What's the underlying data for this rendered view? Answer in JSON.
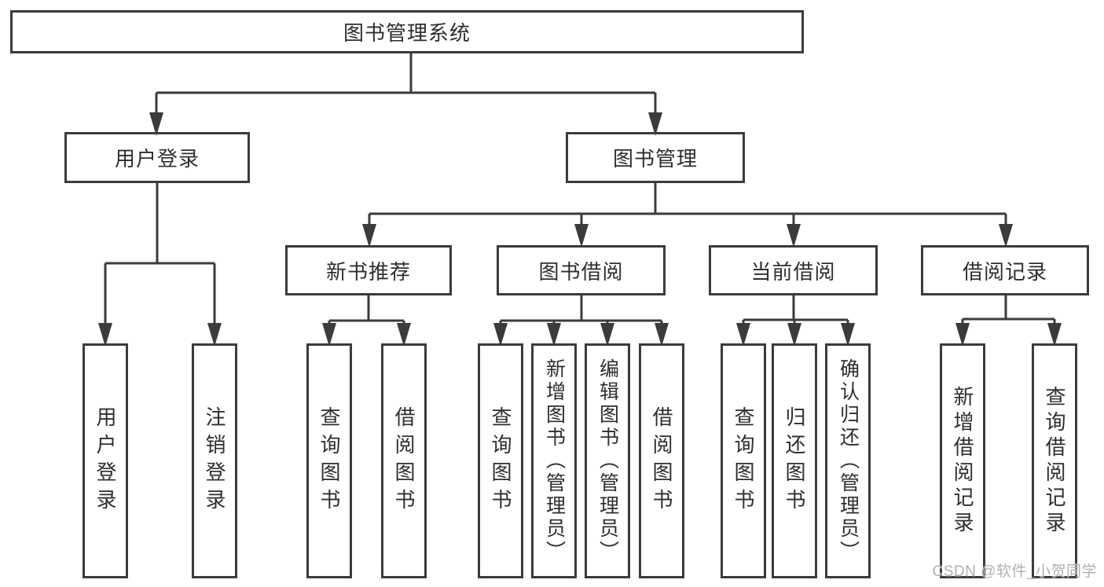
{
  "colors": {
    "line": "#3b3b3b",
    "border": "#3b3b3b",
    "text": "#2e2e2e",
    "watermark": "#b0b0b0",
    "background": "#ffffff"
  },
  "diagram": {
    "root": {
      "label": "图书管理系统"
    },
    "user_login": {
      "label": "用户登录",
      "children": {
        "login": "用户登录",
        "logout": "注销登录"
      }
    },
    "book_mgmt": {
      "label": "图书管理",
      "sections": {
        "new_books": {
          "label": "新书推荐",
          "children": {
            "query": "查询图书",
            "borrow": "借阅图书"
          }
        },
        "borrowing": {
          "label": "图书借阅",
          "children": {
            "query": "查询图书",
            "add": "新增图书（管理员）",
            "edit": "编辑图书（管理员）",
            "borrow": "借阅图书"
          }
        },
        "current": {
          "label": "当前借阅",
          "children": {
            "query": "查询图书",
            "return": "归还图书",
            "confirm": "确认归还（管理员）"
          }
        },
        "records": {
          "label": "借阅记录",
          "children": {
            "add": "新增借阅记录",
            "query": "查询借阅记录"
          }
        }
      }
    }
  },
  "watermark": "CSDN @软件_小贺同学"
}
